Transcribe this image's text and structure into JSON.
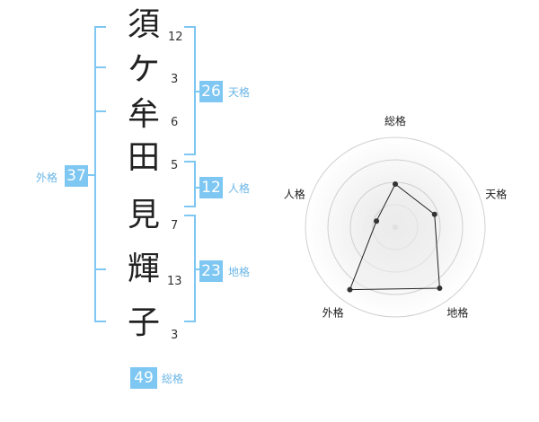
{
  "name": {
    "characters": [
      {
        "char": "須",
        "strokes": "12"
      },
      {
        "char": "ケ",
        "strokes": "3"
      },
      {
        "char": "牟",
        "strokes": "6"
      },
      {
        "char": "田",
        "strokes": "5"
      },
      {
        "char": "見",
        "strokes": "7"
      },
      {
        "char": "輝",
        "strokes": "13"
      },
      {
        "char": "子",
        "strokes": "3"
      }
    ]
  },
  "kaku": {
    "tenkaku": {
      "value": "26",
      "label": "天格"
    },
    "jinkaku": {
      "value": "12",
      "label": "人格"
    },
    "chikaku": {
      "value": "23",
      "label": "地格"
    },
    "gaikaku": {
      "value": "37",
      "label": "外格"
    },
    "soukaku": {
      "value": "49",
      "label": "総格"
    }
  },
  "colors": {
    "bracket": "#7ec7f2",
    "badge_bg": "#7ec7f2",
    "label_text": "#6bb6e6",
    "radar_grid": "#d0d0d0",
    "radar_fill": "#eeeeee",
    "radar_line": "#222222"
  },
  "chart_data": {
    "type": "radar",
    "axes": [
      "総格",
      "天格",
      "地格",
      "外格",
      "人格"
    ],
    "values": [
      0.48,
      0.46,
      0.84,
      0.86,
      0.22
    ],
    "rings": 4,
    "grid": true
  }
}
